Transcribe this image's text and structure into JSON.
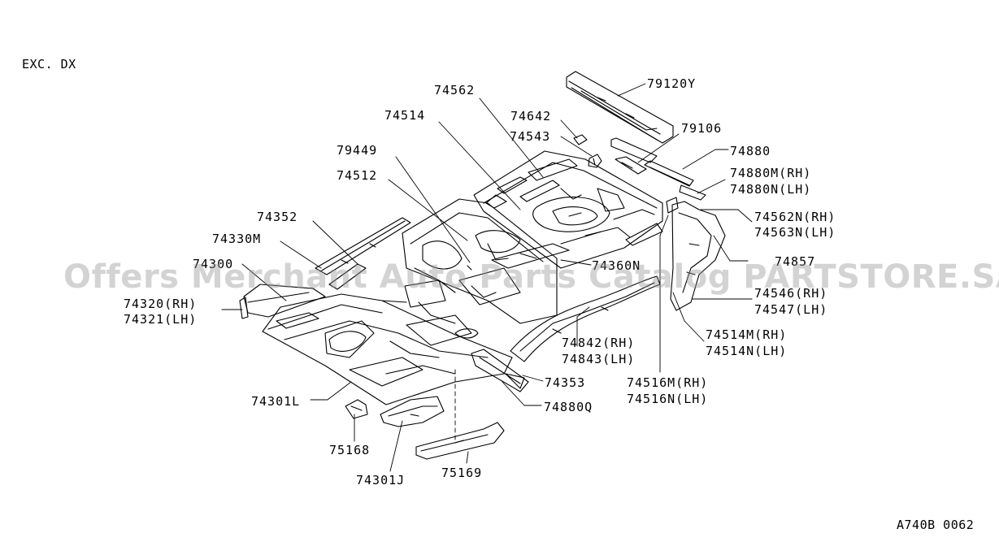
{
  "header": {
    "variant_note": "EXC. DX"
  },
  "footer": {
    "diagram_code": "A740B 0062"
  },
  "watermark": "Offers Merchant Auto Parts Catalog PARTSTORE.SA",
  "callouts": [
    {
      "id": "p79120y",
      "text": "79120Y"
    },
    {
      "id": "p74562",
      "text": "74562"
    },
    {
      "id": "p74642",
      "text": "74642"
    },
    {
      "id": "p74514",
      "text": "74514"
    },
    {
      "id": "p79106",
      "text": "79106"
    },
    {
      "id": "p74543",
      "text": "74543"
    },
    {
      "id": "p74880",
      "text": "74880"
    },
    {
      "id": "p79449",
      "text": "79449"
    },
    {
      "id": "p74880m",
      "text": "74880M(RH)"
    },
    {
      "id": "p74512",
      "text": "74512"
    },
    {
      "id": "p74880n",
      "text": "74880N(LH)"
    },
    {
      "id": "p74352",
      "text": "74352"
    },
    {
      "id": "p74562n",
      "text": "74562N(RH)"
    },
    {
      "id": "p74330m",
      "text": "74330M"
    },
    {
      "id": "p74563n",
      "text": "74563N(LH)"
    },
    {
      "id": "p74300",
      "text": "74300"
    },
    {
      "id": "p74857",
      "text": "74857"
    },
    {
      "id": "p74360n",
      "text": "74360N"
    },
    {
      "id": "p74546",
      "text": "74546(RH)"
    },
    {
      "id": "p74320",
      "text": "74320(RH)"
    },
    {
      "id": "p74547",
      "text": "74547(LH)"
    },
    {
      "id": "p74321",
      "text": "74321(LH)"
    },
    {
      "id": "p74514m",
      "text": "74514M(RH)"
    },
    {
      "id": "p74842",
      "text": "74842(RH)"
    },
    {
      "id": "p74514n",
      "text": "74514N(LH)"
    },
    {
      "id": "p74843",
      "text": "74843(LH)"
    },
    {
      "id": "p74353",
      "text": "74353"
    },
    {
      "id": "p74516m",
      "text": "74516M(RH)"
    },
    {
      "id": "p74301l",
      "text": "74301L"
    },
    {
      "id": "p74880q",
      "text": "74880Q"
    },
    {
      "id": "p74516n",
      "text": "74516N(LH)"
    },
    {
      "id": "p75168",
      "text": "75168"
    },
    {
      "id": "p75169",
      "text": "75169"
    },
    {
      "id": "p74301j",
      "text": "74301J"
    }
  ]
}
